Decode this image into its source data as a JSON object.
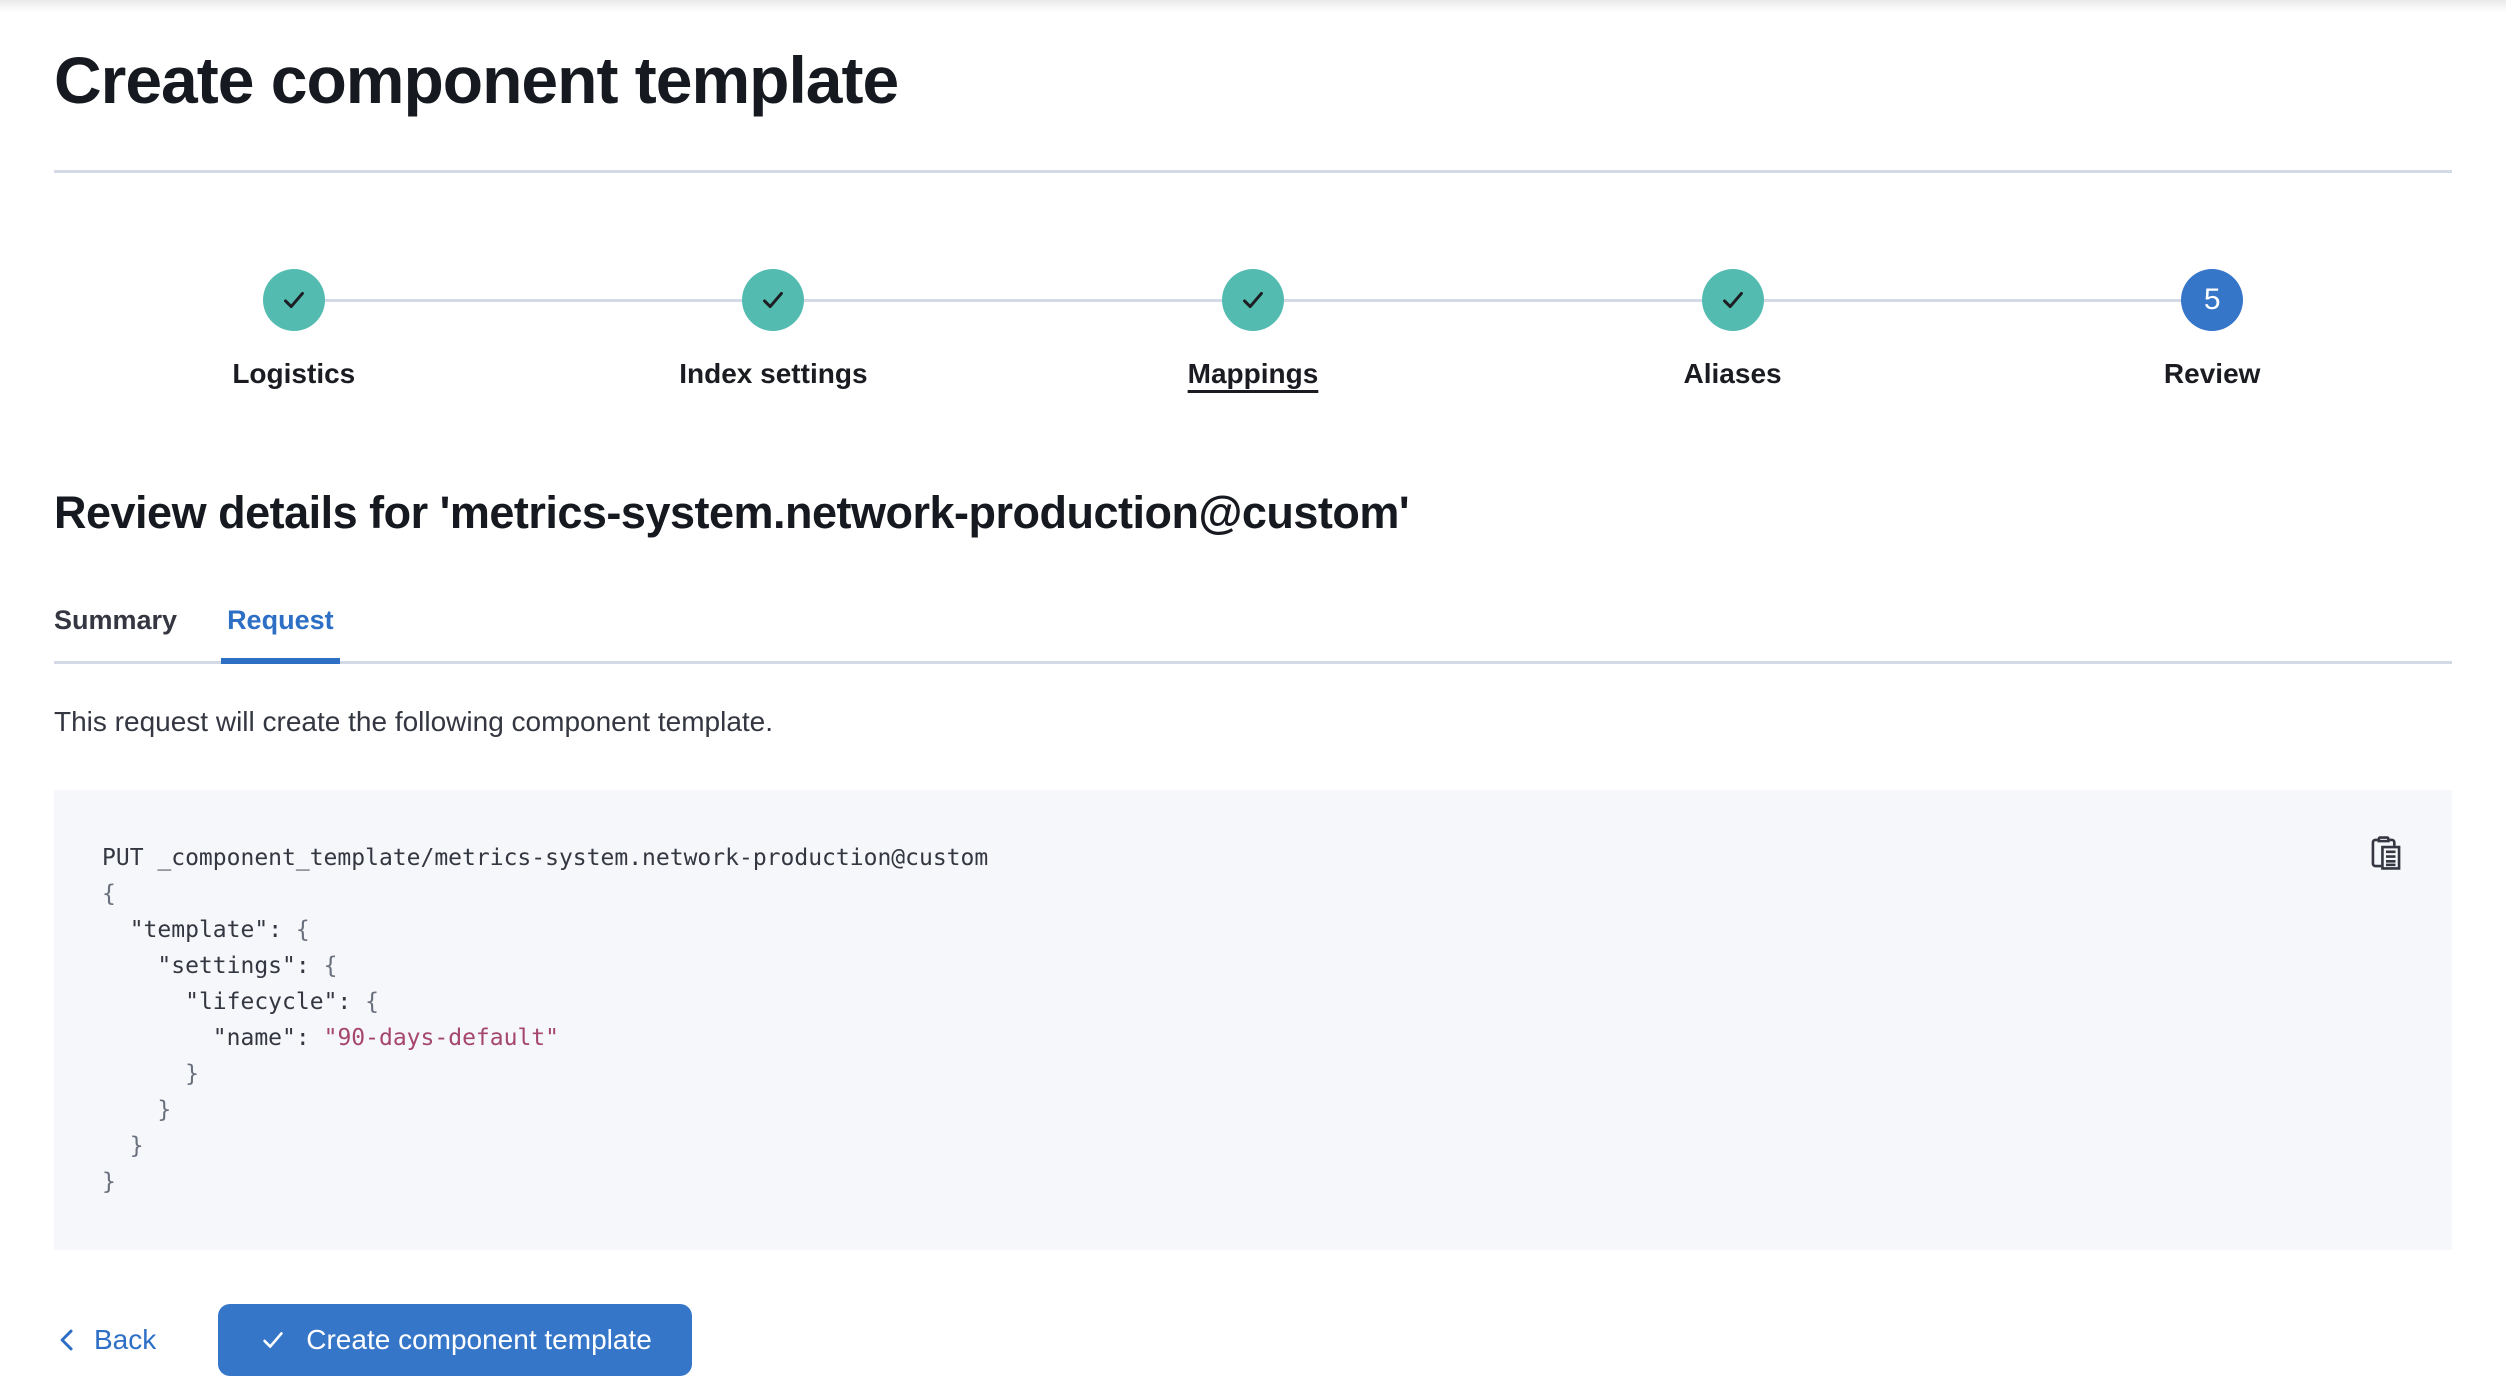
{
  "header": {
    "title": "Create component template"
  },
  "stepper": {
    "steps": [
      {
        "label": "Logistics",
        "state": "complete"
      },
      {
        "label": "Index settings",
        "state": "complete"
      },
      {
        "label": "Mappings",
        "state": "complete",
        "hovered": true
      },
      {
        "label": "Aliases",
        "state": "complete"
      },
      {
        "label": "Review",
        "state": "current",
        "number": "5"
      }
    ]
  },
  "review": {
    "heading": "Review details for 'metrics-system.network-production@custom'",
    "tabs": [
      {
        "label": "Summary",
        "active": false
      },
      {
        "label": "Request",
        "active": true
      }
    ],
    "description": "This request will create the following component template."
  },
  "code_block": {
    "copy_icon": "copy-clipboard-icon",
    "lines": [
      {
        "segments": [
          {
            "type": "plain",
            "text": "PUT _component_template/metrics-system.network-production@custom"
          }
        ]
      },
      {
        "segments": [
          {
            "type": "punct",
            "text": "{"
          }
        ]
      },
      {
        "segments": [
          {
            "type": "plain",
            "text": "  "
          },
          {
            "type": "key",
            "text": "\"template\""
          },
          {
            "type": "key",
            "text": ":"
          },
          {
            "type": "plain",
            "text": " "
          },
          {
            "type": "punct",
            "text": "{"
          }
        ]
      },
      {
        "segments": [
          {
            "type": "plain",
            "text": "    "
          },
          {
            "type": "key",
            "text": "\"settings\""
          },
          {
            "type": "key",
            "text": ":"
          },
          {
            "type": "plain",
            "text": " "
          },
          {
            "type": "punct",
            "text": "{"
          }
        ]
      },
      {
        "segments": [
          {
            "type": "plain",
            "text": "      "
          },
          {
            "type": "key",
            "text": "\"lifecycle\""
          },
          {
            "type": "key",
            "text": ":"
          },
          {
            "type": "plain",
            "text": " "
          },
          {
            "type": "punct",
            "text": "{"
          }
        ]
      },
      {
        "segments": [
          {
            "type": "plain",
            "text": "        "
          },
          {
            "type": "key",
            "text": "\"name\""
          },
          {
            "type": "key",
            "text": ":"
          },
          {
            "type": "plain",
            "text": " "
          },
          {
            "type": "string",
            "text": "\"90-days-default\""
          }
        ]
      },
      {
        "segments": [
          {
            "type": "punct",
            "text": "      }"
          }
        ]
      },
      {
        "segments": [
          {
            "type": "punct",
            "text": "    }"
          }
        ]
      },
      {
        "segments": [
          {
            "type": "punct",
            "text": "  }"
          }
        ]
      },
      {
        "segments": [
          {
            "type": "punct",
            "text": "}"
          }
        ]
      }
    ]
  },
  "footer": {
    "back_label": "Back",
    "create_button_label": "Create component template"
  },
  "colors": {
    "primary_blue": "#3576C9",
    "tab_blue": "#2E6FC6",
    "success_teal": "#53BBB0",
    "divider_gray": "#D3DAE6",
    "code_background": "#F6F7FA",
    "code_string": "#A5466E",
    "code_punctuation": "#69707D",
    "text_dark": "#16191F",
    "text_body": "#343741"
  }
}
